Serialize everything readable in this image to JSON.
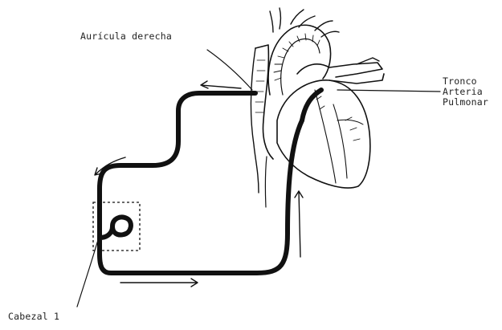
{
  "labels": {
    "auricula": "Aurícula derecha",
    "tronco_line1": "Tronco",
    "tronco_line2": "Arteria",
    "tronco_line3": "Pulmonar",
    "cabezal": "Cabezal 1"
  },
  "colors": {
    "ink": "#111111",
    "background": "#ffffff"
  }
}
